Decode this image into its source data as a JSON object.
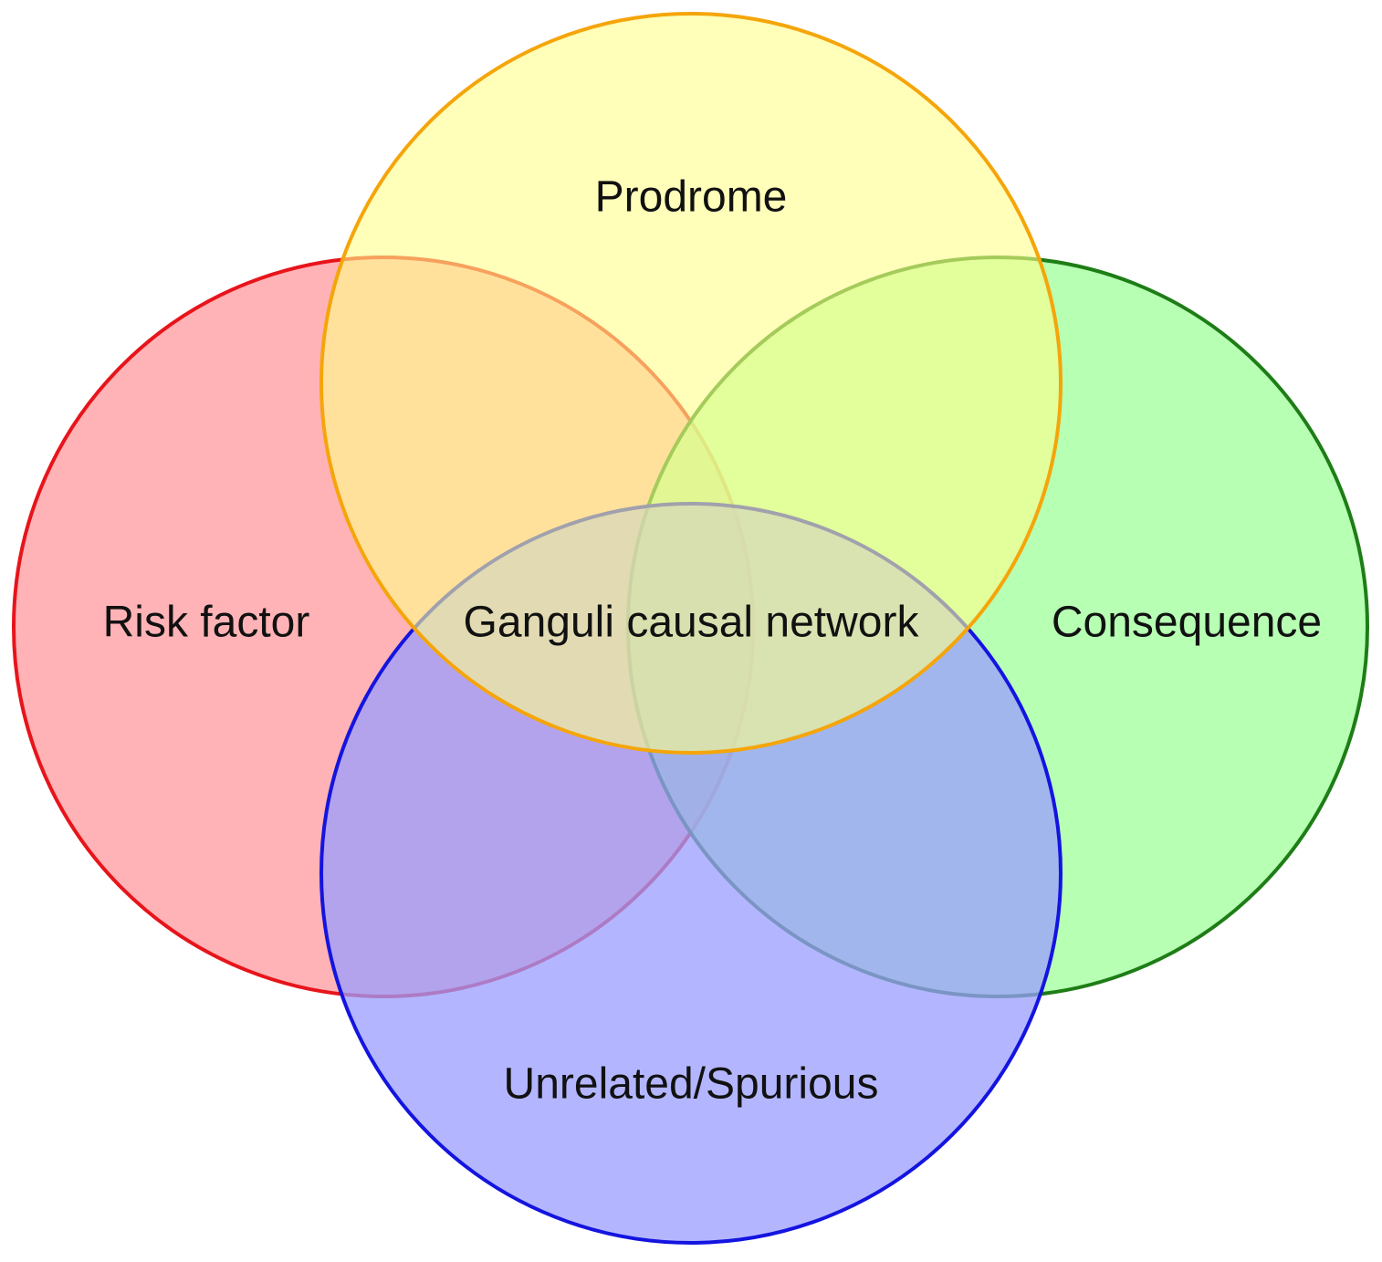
{
  "sets": [
    {
      "id": "risk-factor",
      "label": "Risk factor",
      "fill": "#ff9a9e",
      "stroke": "#e8141b"
    },
    {
      "id": "consequence",
      "label": "Consequence",
      "fill": "#9dff9a",
      "stroke": "#1e7d16"
    },
    {
      "id": "unrelated",
      "label": "Unrelated/Spurious",
      "fill": "#9a9dff",
      "stroke": "#1414e0"
    },
    {
      "id": "prodrome",
      "label": "Prodrome",
      "fill": "#ffff8a",
      "stroke": "#f5a50a"
    }
  ],
  "center_label": "Ganguli causal network"
}
